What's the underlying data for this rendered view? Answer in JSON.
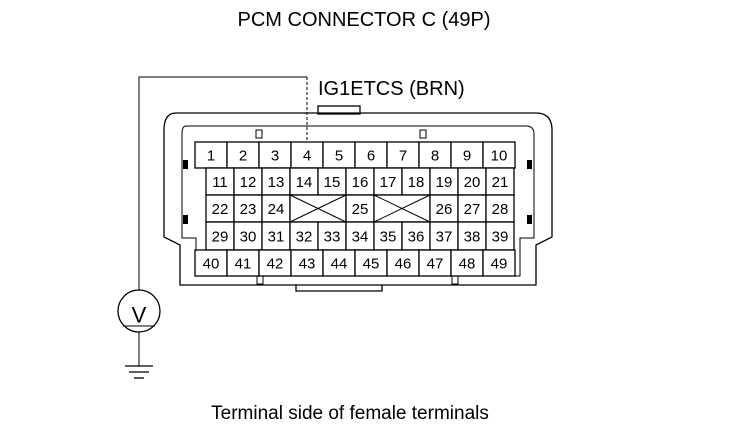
{
  "title": "PCM CONNECTOR C (49P)",
  "wire_label": "IG1ETCS (BRN)",
  "caption": "Terminal side of female terminals",
  "meter_symbol": "V",
  "probe_terminal": "4",
  "rows": [
    [
      "1",
      "2",
      "3",
      "4",
      "5",
      "6",
      "7",
      "8",
      "9",
      "10"
    ],
    [
      "11",
      "12",
      "13",
      "14",
      "15",
      "16",
      "17",
      "18",
      "19",
      "20",
      "21"
    ],
    [
      "22",
      "23",
      "24",
      "",
      "25",
      "",
      "26",
      "27",
      "28"
    ],
    [
      "29",
      "30",
      "31",
      "32",
      "33",
      "34",
      "35",
      "36",
      "37",
      "38",
      "39"
    ],
    [
      "40",
      "41",
      "42",
      "43",
      "44",
      "45",
      "46",
      "47",
      "48",
      "49"
    ]
  ]
}
